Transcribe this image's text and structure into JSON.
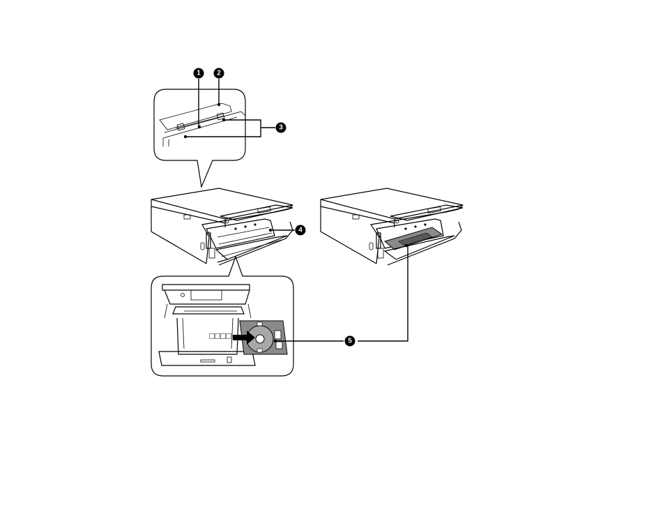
{
  "callouts": [
    {
      "id": 1,
      "label": "1"
    },
    {
      "id": 2,
      "label": "2"
    },
    {
      "id": 3,
      "label": "3"
    },
    {
      "id": 4,
      "label": "4"
    },
    {
      "id": 5,
      "label": "5"
    }
  ],
  "colors": {
    "ink": "#000000",
    "background": "#ffffff",
    "tray_fill": "#8a8a8a"
  }
}
